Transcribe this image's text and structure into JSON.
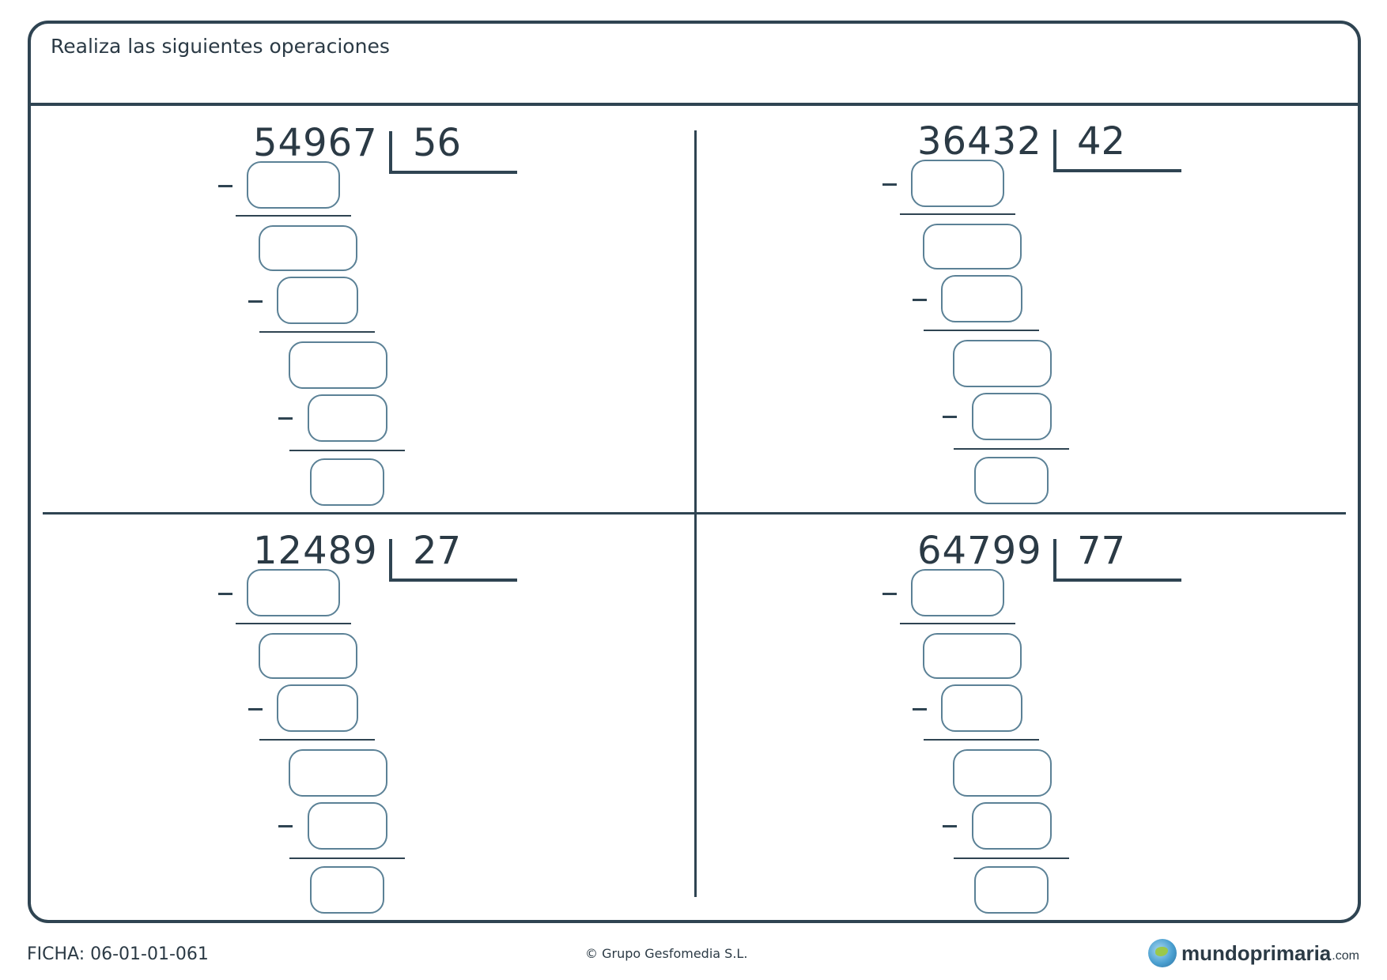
{
  "header": {
    "instruction": "Realiza las siguientes operaciones"
  },
  "problems": [
    {
      "dividend": "54967",
      "divisor": "56"
    },
    {
      "dividend": "36432",
      "divisor": "42"
    },
    {
      "dividend": "12489",
      "divisor": "27"
    },
    {
      "dividend": "64799",
      "divisor": "77"
    }
  ],
  "footer": {
    "code": "FICHA: 06-01-01-061",
    "copyright": "© Grupo Gesfomedia S.L.",
    "logo_name": "mundoprimaria",
    "logo_suffix": ".com"
  }
}
